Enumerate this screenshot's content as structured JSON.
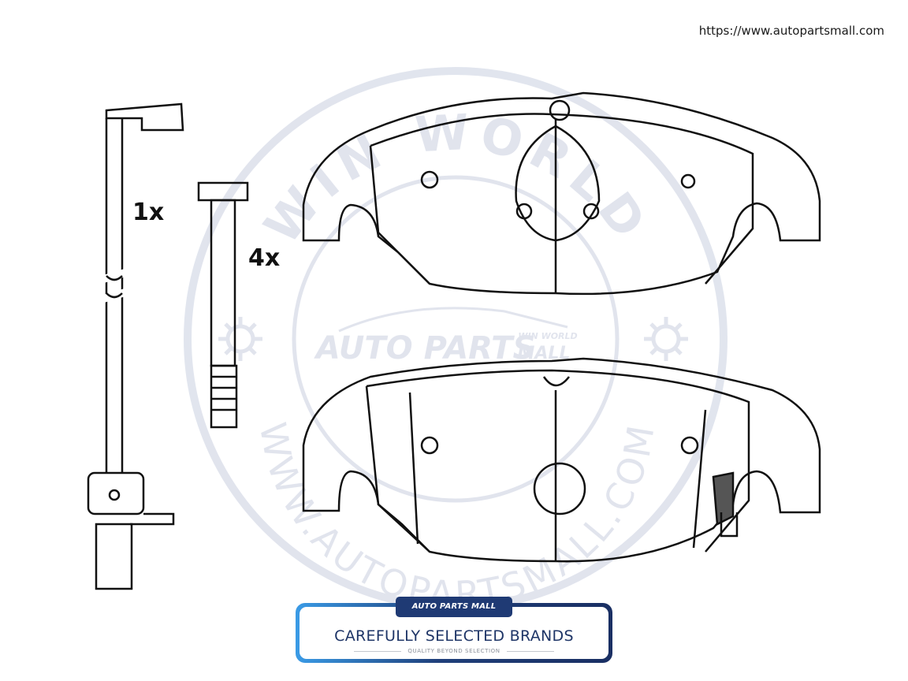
{
  "source_url": "https://www.autopartsmall.com",
  "quantities": {
    "sensor": "1x",
    "bolts": "4x"
  },
  "watermark": {
    "top_arc": "WIN WORLD",
    "center_brand": "AUTO PARTS",
    "center_brand_suffix": "MALL",
    "center_tag": "WIN WORLD",
    "bottom_arc": "WWW.AUTOPARTSMALL.COM",
    "color": "#c9cfe0"
  },
  "banner": {
    "logo": "AUTO PARTS MALL",
    "title": "CAREFULLY SELECTED BRANDS",
    "subtitle": "QUALITY BEYOND SELECTION",
    "accent_dark": "#1f3a74",
    "accent_light": "#3a9be6"
  }
}
